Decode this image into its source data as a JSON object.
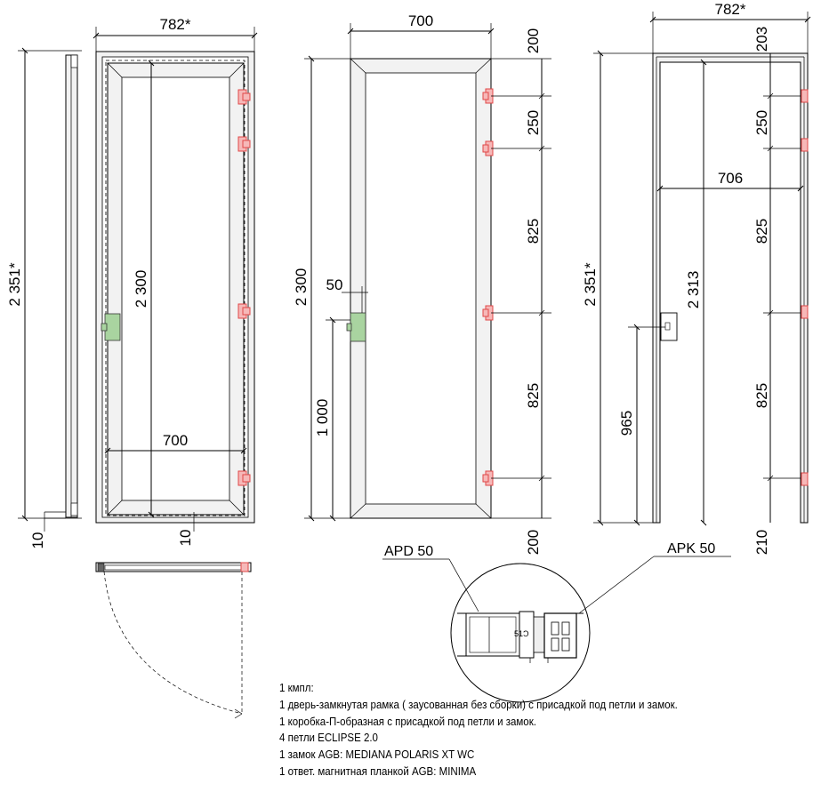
{
  "views": {
    "assembly": {
      "width_top": "782*",
      "height_left": "2 351*",
      "leaf_height": "2 300",
      "leaf_width": "700",
      "gap_left": "10",
      "gap_bottom": "10"
    },
    "leaf": {
      "width_top": "700",
      "height": "2 300",
      "lock_offset": "50",
      "lock_height": "1 000",
      "right_dims": [
        "200",
        "250",
        "825",
        "825",
        "200"
      ]
    },
    "frame": {
      "width_top": "782*",
      "height_left": "2 351*",
      "inner_height": "2 313",
      "inner_width": "706",
      "lock_height": "965",
      "right_dims": [
        "203",
        "250",
        "825",
        "825",
        "210"
      ]
    }
  },
  "section": {
    "label_left": "APD 50",
    "label_right": "APK 50",
    "profile_mark": "51Ɔ"
  },
  "notes": [
    "1 кмпл:",
    "1  дверь-замкнутая рамка ( заусованная без сборки) с присадкой  под петли и замок.",
    "1  коробка-П-образная с присадкой под петли и замок.",
    "4  петли  ECLIPSE 2.0",
    "1 замок  AGB:  MEDIANA POLARIS XT WC",
    "1 ответ. магнитная планкой AGB:   MINIMA"
  ],
  "colors": {
    "hinge_fill": "#f6b8b8",
    "hinge_stroke": "#e04848",
    "lock_fill": "#a9d4a0",
    "frame_fill": "#f2f2f2"
  }
}
